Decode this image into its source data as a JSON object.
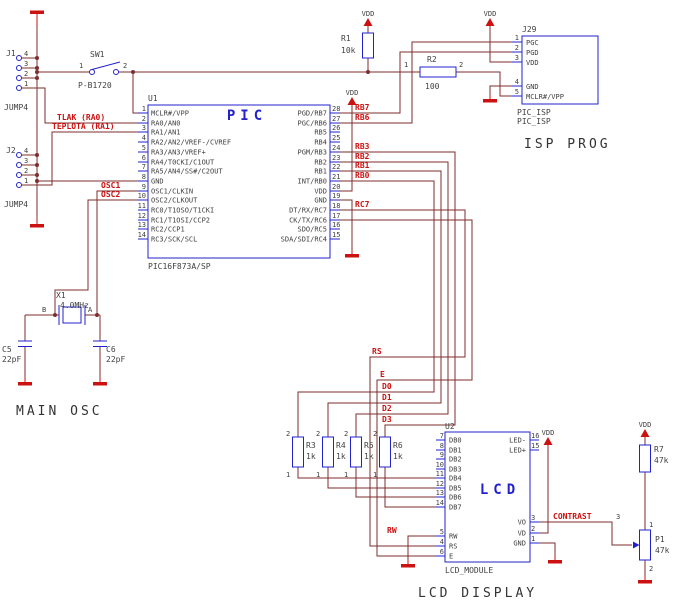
{
  "colors": {
    "wire": "#7d2e2e",
    "symbol": "#2222cc",
    "power": "#cc1111",
    "net_label": "#cc1111",
    "text": "#3f3f3f",
    "background": "#ffffff"
  },
  "j1": {
    "ref": "J1",
    "value": "JUMP4",
    "pins": [
      "4",
      "3",
      "2",
      "1"
    ]
  },
  "j2": {
    "ref": "J2",
    "value": "JUMP4",
    "pins": [
      "4",
      "3",
      "2",
      "1"
    ]
  },
  "sw1": {
    "ref": "SW1",
    "value": "P-B1720",
    "pin_a": "1",
    "pin_b": "2"
  },
  "r1": {
    "ref": "R1",
    "value": "10k"
  },
  "r2": {
    "ref": "R2",
    "value": "100",
    "pin_a": "1",
    "pin_b": "2"
  },
  "r3": {
    "ref": "R3",
    "value": "1k",
    "pin_top": "2",
    "pin_bottom": "1"
  },
  "r4": {
    "ref": "R4",
    "value": "1k",
    "pin_top": "2",
    "pin_bottom": "1"
  },
  "r5": {
    "ref": "R5",
    "value": "1k",
    "pin_top": "2",
    "pin_bottom": "1"
  },
  "r6": {
    "ref": "R6",
    "value": "1k",
    "pin_top": "2",
    "pin_bottom": "1"
  },
  "r7": {
    "ref": "R7",
    "value": "47k"
  },
  "p1": {
    "ref": "P1",
    "value": "47k",
    "pin_1": "1",
    "pin_2": "2",
    "pin_3": "3"
  },
  "x1": {
    "ref": "X1",
    "value": "4.0MHz",
    "pin_a": "B",
    "pin_b": "A"
  },
  "c5": {
    "ref": "C5",
    "value": "22pF"
  },
  "c6": {
    "ref": "C6",
    "value": "22pF"
  },
  "u1": {
    "ref": "U1",
    "title": "PIC",
    "value": "PIC16F873A/SP",
    "left_pins": [
      {
        "num": "1",
        "name": "MCLR#/VPP"
      },
      {
        "num": "2",
        "name": "RA0/AN0"
      },
      {
        "num": "3",
        "name": "RA1/AN1"
      },
      {
        "num": "4",
        "name": "RA2/AN2/VREF-/CVREF"
      },
      {
        "num": "5",
        "name": "RA3/AN3/VREF+"
      },
      {
        "num": "6",
        "name": "RA4/T0CKI/C1OUT"
      },
      {
        "num": "7",
        "name": "RA5/AN4/SS#/C2OUT"
      },
      {
        "num": "8",
        "name": "GND"
      },
      {
        "num": "9",
        "name": "OSC1/CLKIN"
      },
      {
        "num": "10",
        "name": "OSC2/CLKOUT"
      },
      {
        "num": "11",
        "name": "RC0/T1OSO/T1CKI"
      },
      {
        "num": "12",
        "name": "RC1/T1OSI/CCP2"
      },
      {
        "num": "13",
        "name": "RC2/CCP1"
      },
      {
        "num": "14",
        "name": "RC3/SCK/SCL"
      }
    ],
    "right_pins": [
      {
        "num": "28",
        "name": "PGD/RB7"
      },
      {
        "num": "27",
        "name": "PGC/RB6"
      },
      {
        "num": "26",
        "name": "RB5"
      },
      {
        "num": "25",
        "name": "RB4"
      },
      {
        "num": "24",
        "name": "PGM/RB3"
      },
      {
        "num": "23",
        "name": "RB2"
      },
      {
        "num": "22",
        "name": "RB1"
      },
      {
        "num": "21",
        "name": "INT/RB0"
      },
      {
        "num": "20",
        "name": "VDD"
      },
      {
        "num": "19",
        "name": "GND"
      },
      {
        "num": "18",
        "name": "DT/RX/RC7"
      },
      {
        "num": "17",
        "name": "CK/TX/RC6"
      },
      {
        "num": "16",
        "name": "SDO/RC5"
      },
      {
        "num": "15",
        "name": "SDA/SDI/RC4"
      }
    ]
  },
  "j29": {
    "ref": "J29",
    "value_line1": "PIC_ISP",
    "value_line2": "PIC_ISP",
    "pins": [
      {
        "num": "1",
        "name": "PGC"
      },
      {
        "num": "2",
        "name": "PGD"
      },
      {
        "num": "3",
        "name": "VDD"
      },
      {
        "num": "4",
        "name": "GND"
      },
      {
        "num": "5",
        "name": "MCLR#/VPP"
      }
    ]
  },
  "u2": {
    "ref": "U2",
    "title": "LCD",
    "value": "LCD_MODULE",
    "left_pins": [
      {
        "num": "7",
        "name": "DB0"
      },
      {
        "num": "8",
        "name": "DB1"
      },
      {
        "num": "9",
        "name": "DB2"
      },
      {
        "num": "10",
        "name": "DB3"
      },
      {
        "num": "11",
        "name": "DB4"
      },
      {
        "num": "12",
        "name": "DB5"
      },
      {
        "num": "13",
        "name": "DB6"
      },
      {
        "num": "14",
        "name": "DB7"
      },
      {
        "num": "5",
        "name": "RW"
      },
      {
        "num": "4",
        "name": "RS"
      },
      {
        "num": "6",
        "name": "E"
      }
    ],
    "right_pins": [
      {
        "num": "16",
        "name": "LED-"
      },
      {
        "num": "15",
        "name": "LED+"
      },
      {
        "num": "3",
        "name": "VO"
      },
      {
        "num": "2",
        "name": "VD"
      },
      {
        "num": "1",
        "name": "GND"
      }
    ]
  },
  "net_labels": {
    "tlak": "TLAK (RA0)",
    "teplota": "TEPLOTA (RA1)",
    "osc1": "OSC1",
    "osc2": "OSC2",
    "rb7": "RB7",
    "rb6": "RB6",
    "rb3": "RB3",
    "rb2": "RB2",
    "rb1": "RB1",
    "rb0": "RB0",
    "rc7": "RC7",
    "rs": "RS",
    "e": "E",
    "d0": "D0",
    "d1": "D1",
    "d2": "D2",
    "d3": "D3",
    "rw": "RW",
    "contrast": "CONTRAST"
  },
  "power": {
    "vdd": "VDD"
  },
  "captions": {
    "main_osc": "MAIN OSC",
    "isp_prog": "ISP PROG",
    "lcd_display": "LCD DISPLAY"
  }
}
